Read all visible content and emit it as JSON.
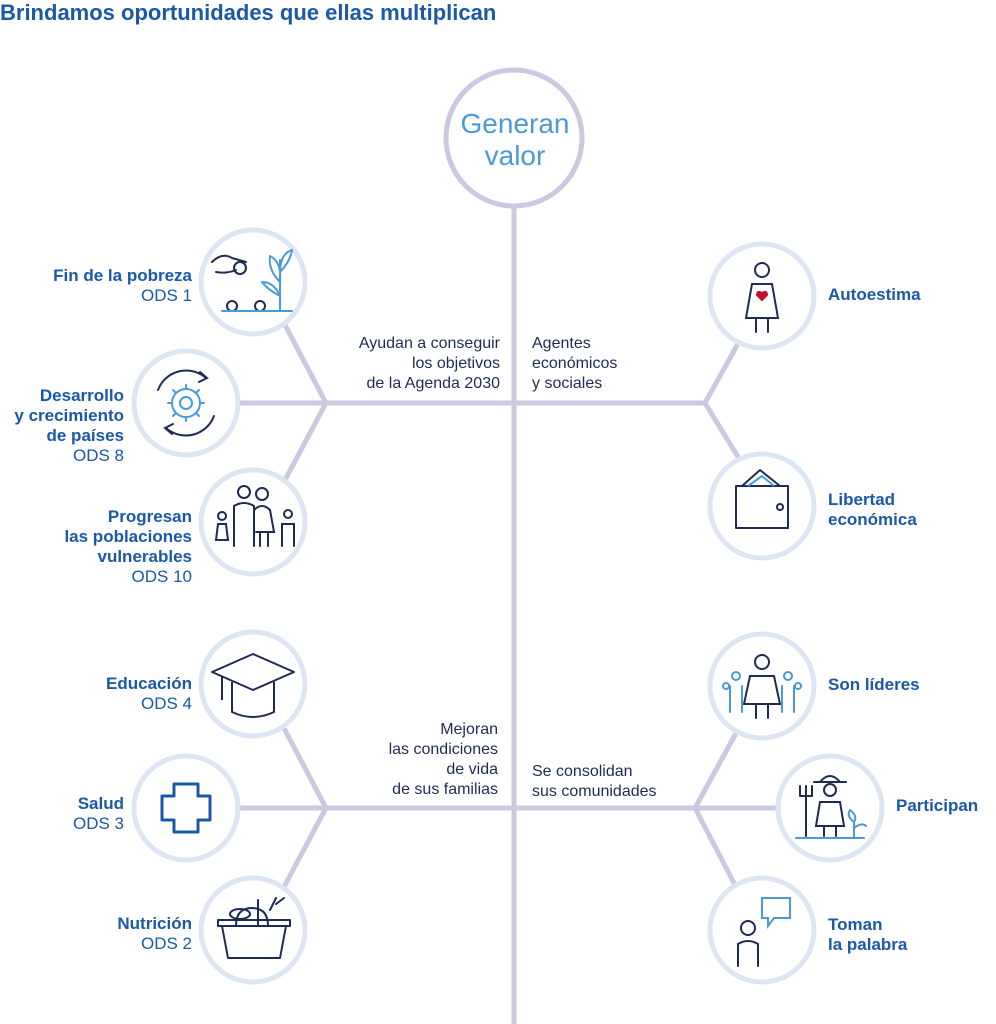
{
  "title": "Brindamos oportunidades que ellas multiplican",
  "hub": {
    "line1": "Generan",
    "line2": "valor"
  },
  "branches": {
    "top_left": {
      "line1": "Ayudan a conseguir",
      "line2": "los objetivos",
      "line3": "de la Agenda 2030"
    },
    "top_right": {
      "line1": "Agentes",
      "line2": "económicos",
      "line3": "y sociales"
    },
    "bottom_left": {
      "line1": "Mejoran",
      "line2": "las condiciones",
      "line3": "de vida",
      "line4": "de sus familias"
    },
    "bottom_right": {
      "line1": "Se consolidan",
      "line2": "sus comunidades"
    }
  },
  "left_nodes": [
    {
      "name": "Fin de la pobreza",
      "ods": "ODS 1",
      "icon": "hand-coin-plant-icon"
    },
    {
      "name_l1": "Desarrollo",
      "name_l2": "y crecimiento",
      "name_l3": "de países",
      "ods": "ODS 8",
      "icon": "gear-cycle-icon"
    },
    {
      "name_l1": "Progresan",
      "name_l2": "las poblaciones",
      "name_l3": "vulnerables",
      "ods": "ODS 10",
      "icon": "family-icon"
    },
    {
      "name": "Educación",
      "ods": "ODS 4",
      "icon": "graduation-cap-icon"
    },
    {
      "name": "Salud",
      "ods": "ODS 3",
      "icon": "health-cross-icon"
    },
    {
      "name": "Nutrición",
      "ods": "ODS 2",
      "icon": "food-basket-icon"
    }
  ],
  "right_nodes": [
    {
      "name": "Autoestima",
      "icon": "woman-heart-icon"
    },
    {
      "name_l1": "Libertad",
      "name_l2": "económica",
      "icon": "wallet-icon"
    },
    {
      "name": "Son líderes",
      "icon": "leader-group-icon"
    },
    {
      "name": "Participan",
      "icon": "farmer-icon"
    },
    {
      "name_l1": "Toman",
      "name_l2": "la palabra",
      "icon": "speech-person-icon"
    }
  ],
  "colors": {
    "title": "#1a58a8",
    "hub_text": "#4a9ad8",
    "lines": "#c9c9df",
    "ring": "#dde5f3",
    "icon": "#1f2a55",
    "accent": "#4a9ad8",
    "heart": "#c8102e"
  }
}
